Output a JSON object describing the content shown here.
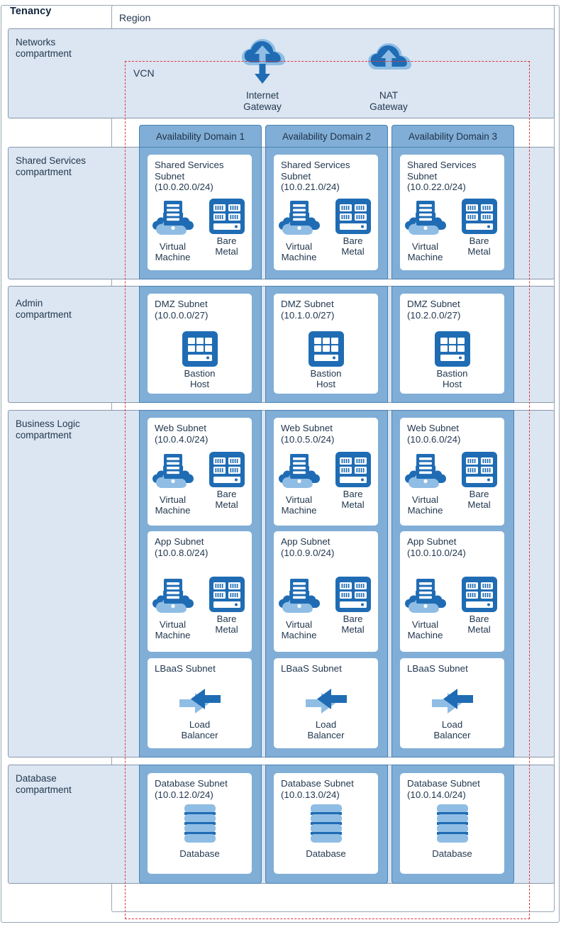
{
  "diagram": {
    "tenancy_label": "Tenancy",
    "region_label": "Region",
    "vcn_label": "VCN"
  },
  "gateways": [
    {
      "name": "internet-gateway",
      "label": "Internet\nGateway",
      "icon": "cloud-up-down-arrow-icon"
    },
    {
      "name": "nat-gateway",
      "label": "NAT\nGateway",
      "icon": "cloud-up-arrow-icon"
    }
  ],
  "availability_domains": [
    {
      "label": "Availability Domain 1"
    },
    {
      "label": "Availability Domain 2"
    },
    {
      "label": "Availability Domain 3"
    }
  ],
  "compartments": [
    {
      "name": "networks",
      "label": "Networks\ncompartment"
    },
    {
      "name": "shared-services",
      "label": "Shared Services\ncompartment"
    },
    {
      "name": "admin",
      "label": "Admin\ncompartment"
    },
    {
      "name": "business-logic",
      "label": "Business Logic\ncompartment"
    },
    {
      "name": "database",
      "label": "Database\ncompartment"
    }
  ],
  "resource_labels": {
    "virtual_machine": "Virtual\nMachine",
    "bare_metal": "Bare\nMetal",
    "bastion_host": "Bastion\nHost",
    "load_balancer": "Load\nBalancer",
    "database": "Database"
  },
  "subnets": {
    "shared_services": [
      "Shared Services\nSubnet\n(10.0.20.0/24)",
      "Shared Services\nSubnet\n(10.0.21.0/24)",
      "Shared Services\nSubnet\n(10.0.22.0/24)"
    ],
    "dmz": [
      "DMZ Subnet\n(10.0.0.0/27)",
      "DMZ Subnet\n(10.1.0.0/27)",
      "DMZ Subnet\n(10.2.0.0/27)"
    ],
    "web": [
      "Web Subnet\n(10.0.4.0/24)",
      "Web Subnet\n(10.0.5.0/24)",
      "Web Subnet\n(10.0.6.0/24)"
    ],
    "app": [
      "App Subnet\n(10.0.8.0/24)",
      "App Subnet\n(10.0.9.0/24)",
      "App Subnet\n(10.0.10.0/24)"
    ],
    "lbaas": [
      "LBaaS Subnet",
      "LBaaS Subnet",
      "LBaaS Subnet"
    ],
    "database": [
      "Database Subnet\n(10.0.12.0/24)",
      "Database Subnet\n(10.0.13.0/24)",
      "Database Subnet\n(10.0.14.0/24)"
    ]
  },
  "colors": {
    "ad_column": "#80aed6",
    "ad_border": "#4a82b4",
    "compartment_bg": "#dbe6f2",
    "compartment_border": "#8897a8",
    "vcn_dash": "#e0353f",
    "icon_dark_blue": "#1f6cb4",
    "icon_light_blue": "#8fbde4",
    "frame_border": "#98a7b5"
  }
}
